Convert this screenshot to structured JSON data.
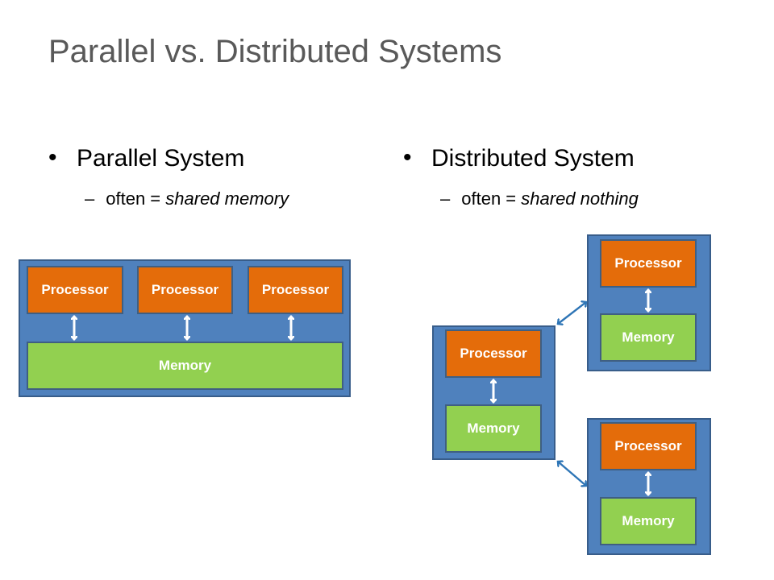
{
  "title": "Parallel vs. Distributed Systems",
  "left": {
    "bullet": "Parallel System",
    "sub_prefix": "often = ",
    "sub_em": "shared memory",
    "processors": [
      "Processor",
      "Processor",
      "Processor"
    ],
    "memory": "Memory"
  },
  "right": {
    "bullet": "Distributed System",
    "sub_prefix": "often = ",
    "sub_em": "shared nothing",
    "nodes": [
      {
        "processor": "Processor",
        "memory": "Memory"
      },
      {
        "processor": "Processor",
        "memory": "Memory"
      },
      {
        "processor": "Processor",
        "memory": "Memory"
      }
    ]
  },
  "colors": {
    "container": "#4f81bd",
    "processor": "#e46c0a",
    "memory": "#92d050",
    "link_arrow": "#2e75b6"
  }
}
